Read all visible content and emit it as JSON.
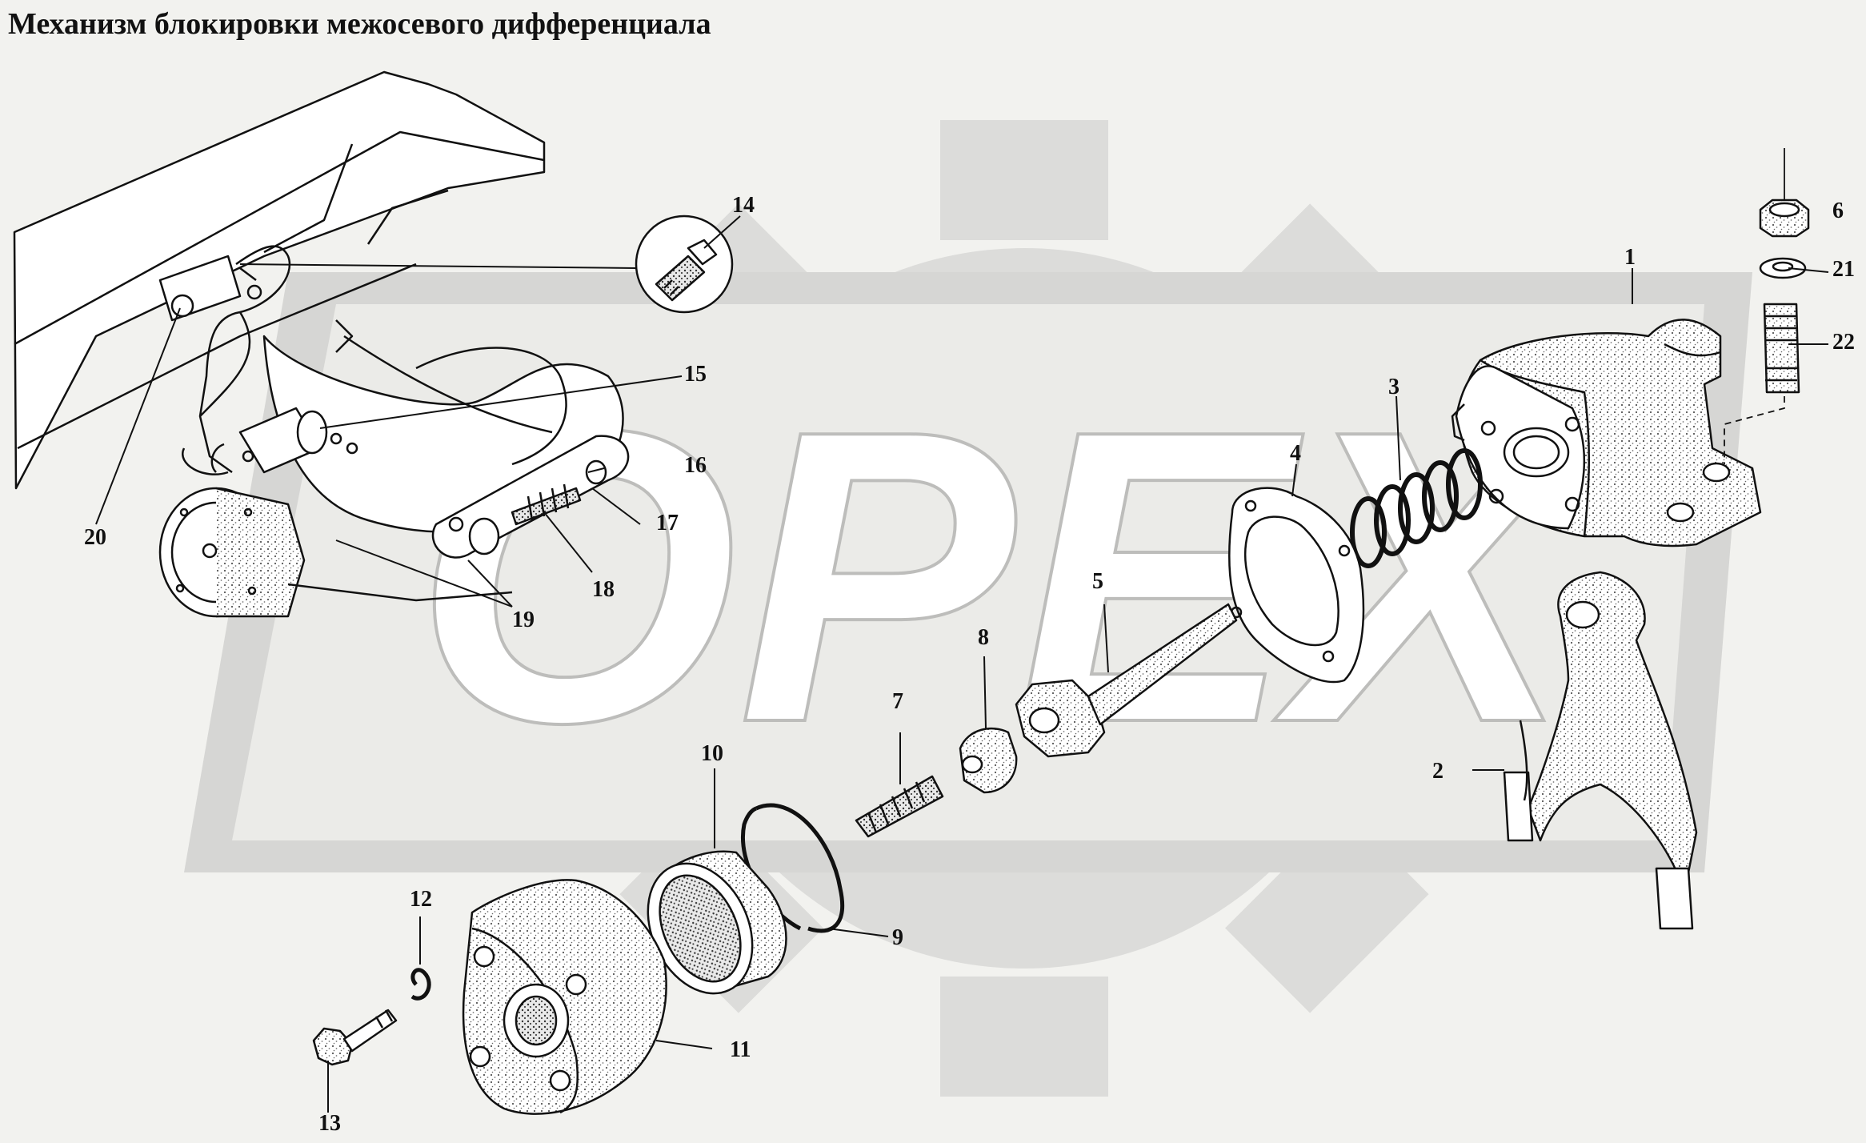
{
  "title": "Механизм блокировки межосевого дифференциала",
  "watermark": {
    "text": "OPEX",
    "color": "#d8d8d6"
  },
  "colors": {
    "background": "#f2f2ef",
    "ink": "#111111",
    "stipple": "#6b6b6b"
  },
  "parts": [
    {
      "id": "1",
      "name": "housing"
    },
    {
      "id": "2",
      "name": "shift-fork"
    },
    {
      "id": "3",
      "name": "spring"
    },
    {
      "id": "4",
      "name": "gasket"
    },
    {
      "id": "5",
      "name": "rod"
    },
    {
      "id": "6",
      "name": "nut"
    },
    {
      "id": "7",
      "name": "stud"
    },
    {
      "id": "8",
      "name": "nut"
    },
    {
      "id": "9",
      "name": "ring"
    },
    {
      "id": "10",
      "name": "piston"
    },
    {
      "id": "11",
      "name": "cylinder-cover"
    },
    {
      "id": "12",
      "name": "washer"
    },
    {
      "id": "13",
      "name": "bolt"
    },
    {
      "id": "14",
      "name": "fitting"
    },
    {
      "id": "15",
      "name": "valve"
    },
    {
      "id": "16",
      "name": "seal-ring"
    },
    {
      "id": "17",
      "name": "washer"
    },
    {
      "id": "18",
      "name": "spring"
    },
    {
      "id": "19",
      "name": "fitting"
    },
    {
      "id": "20",
      "name": "valve"
    },
    {
      "id": "21",
      "name": "washer"
    },
    {
      "id": "22",
      "name": "stud"
    }
  ]
}
